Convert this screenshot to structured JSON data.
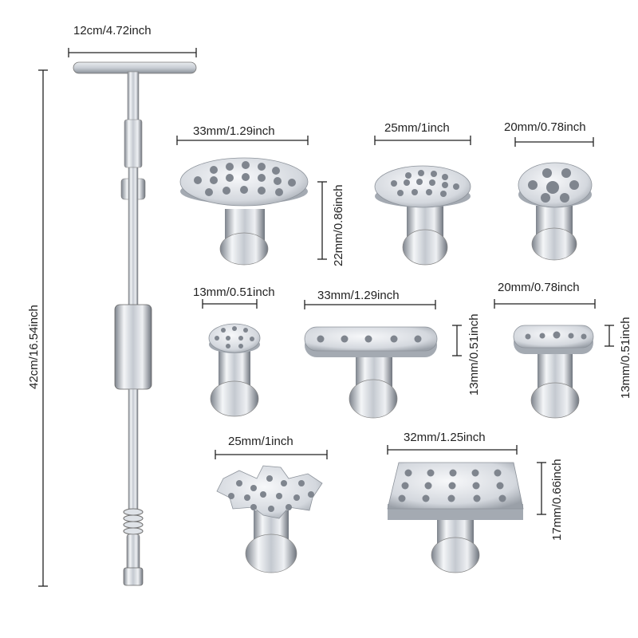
{
  "dimensions": {
    "tool_width": "12cm/4.72inch",
    "tool_length": "42cm/16.54inch",
    "tab_round_large_width": "33mm/1.29inch",
    "tab_round_large_height": "22mm/0.86inch",
    "tab_round_medium_width": "25mm/1inch",
    "tab_round_small_width": "20mm/0.78inch",
    "tab_mini_width": "13mm/0.51inch",
    "tab_oval_width": "33mm/1.29inch",
    "tab_oval_height": "13mm/0.51inch",
    "tab_small_oval_width": "20mm/0.78inch",
    "tab_small_oval_height": "13mm/0.51inch",
    "tab_star_width": "25mm/1inch",
    "tab_rect_width": "32mm/1.25inch",
    "tab_rect_height": "17mm/0.66inch"
  },
  "colors": {
    "metal_light": "#f2f4f7",
    "metal_mid": "#b9bfc8",
    "metal_dark": "#6d737c",
    "line": "#222222"
  }
}
